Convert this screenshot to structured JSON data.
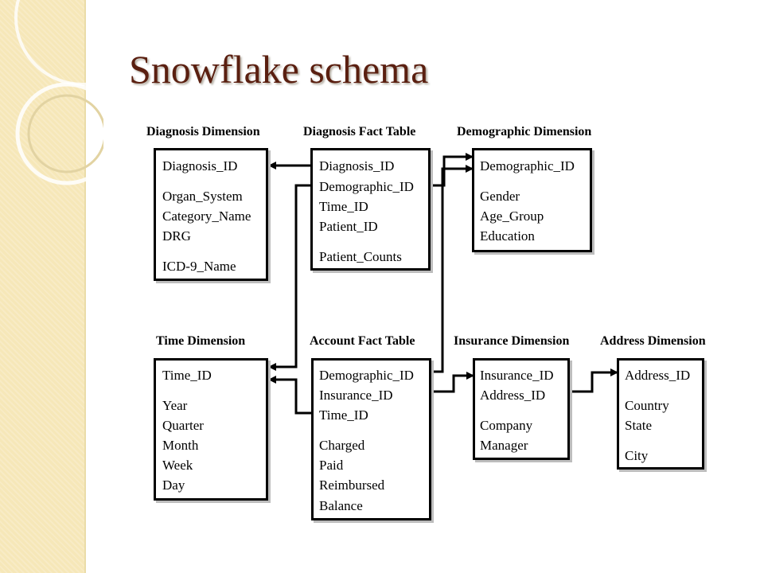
{
  "title": "Snowflake schema",
  "colors": {
    "title": "#5a1f10",
    "side_strip": "#f6e7b8",
    "lines": "#000000"
  },
  "tables": [
    {
      "id": "diagnosis-dimension",
      "name": "Diagnosis Dimension",
      "fields": [
        "Diagnosis_ID",
        "Organ_System",
        "Category_Name",
        "DRG",
        "ICD-9_Name"
      ]
    },
    {
      "id": "diagnosis-fact-table",
      "name": "Diagnosis Fact Table",
      "fields": [
        "Diagnosis_ID",
        "Demographic_ID",
        "Time_ID",
        "Patient_ID",
        "Patient_Counts"
      ]
    },
    {
      "id": "demographic-dimension",
      "name": "Demographic Dimension",
      "fields": [
        "Demographic_ID",
        "Gender",
        "Age_Group",
        "Education"
      ]
    },
    {
      "id": "time-dimension",
      "name": "Time Dimension",
      "fields": [
        "Time_ID",
        "Year",
        "Quarter",
        "Month",
        "Week",
        "Day"
      ]
    },
    {
      "id": "account-fact-table",
      "name": "Account Fact Table",
      "fields": [
        "Demographic_ID",
        "Insurance_ID",
        "Time_ID",
        "Charged",
        "Paid",
        "Reimbursed",
        "Balance"
      ]
    },
    {
      "id": "insurance-dimension",
      "name": "Insurance Dimension",
      "fields": [
        "Insurance_ID",
        "Address_ID",
        "Company",
        "Manager"
      ]
    },
    {
      "id": "address-dimension",
      "name": "Address Dimension",
      "fields": [
        "Address_ID",
        "Country",
        "State",
        "City"
      ]
    }
  ]
}
